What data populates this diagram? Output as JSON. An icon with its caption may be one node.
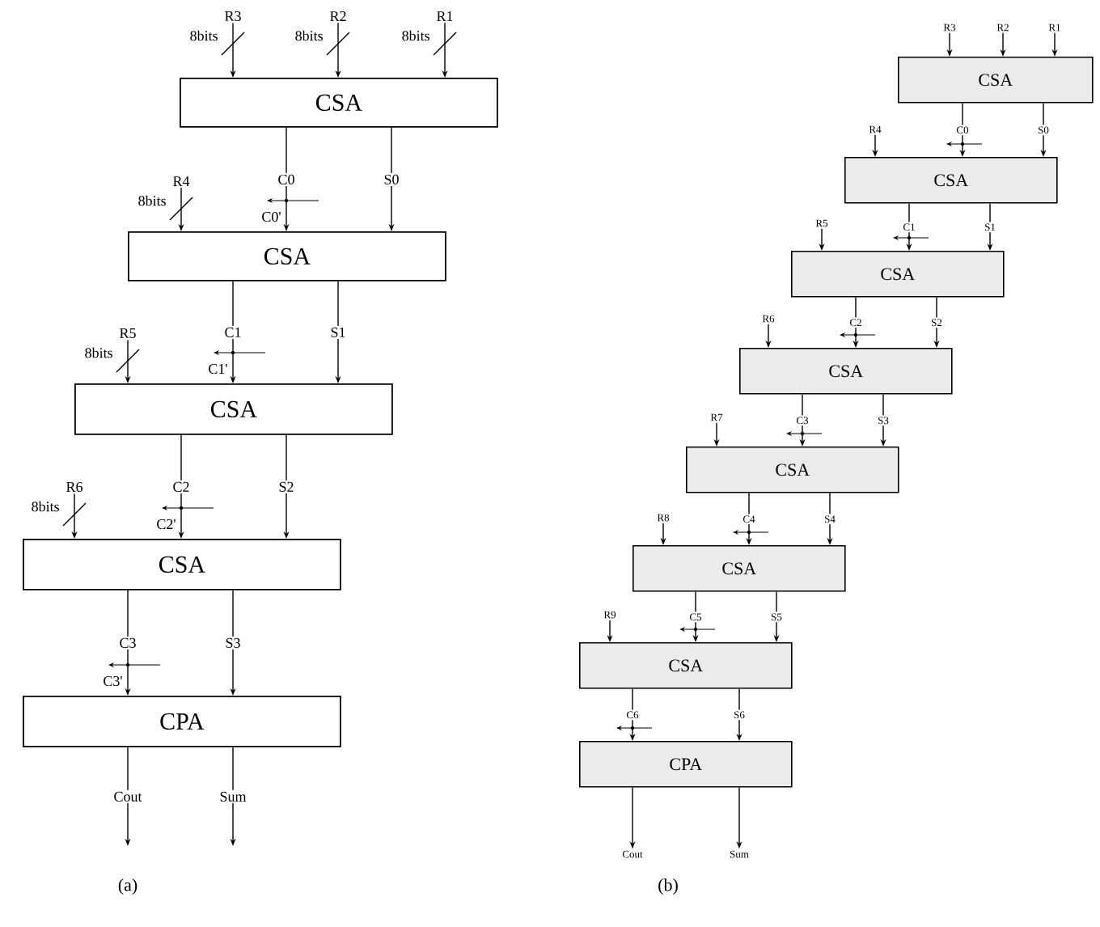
{
  "diagram": {
    "nodes": [
      {
        "text": [
          "R3"
        ],
        "beside": [
          "8bits"
        ]
      },
      {
        "text": [
          "R2"
        ],
        "beside": [
          "8bits"
        ]
      },
      {
        "text": [
          "R1"
        ],
        "beside": [
          "8bits"
        ]
      },
      {
        "text": [
          "CSA"
        ]
      },
      {
        "text": [
          "R4"
        ],
        "beside": [
          "8bits"
        ]
      },
      {
        "text": [
          "CSA"
        ]
      },
      {
        "text": [
          "R5"
        ],
        "beside": [
          "8bits"
        ]
      },
      {
        "text": [
          "CSA"
        ]
      },
      {
        "text": [
          "R6"
        ],
        "beside": [
          "8bits"
        ]
      },
      {
        "text": [
          "CSA"
        ]
      },
      {
        "text": [
          "CPA"
        ]
      },
      {
        "text": [
          "R3"
        ]
      },
      {
        "text": [
          "R2"
        ]
      },
      {
        "text": [
          "R1"
        ]
      },
      {
        "text": [
          "CSA"
        ]
      },
      {
        "text": [
          "R4"
        ]
      },
      {
        "text": [
          "CSA"
        ]
      },
      {
        "text": [
          "R5"
        ]
      },
      {
        "text": [
          "CSA"
        ]
      },
      {
        "text": [
          "R6"
        ]
      },
      {
        "text": [
          "CSA"
        ]
      },
      {
        "text": [
          "R7"
        ]
      },
      {
        "text": [
          "CSA"
        ]
      },
      {
        "text": [
          "R8"
        ]
      },
      {
        "text": [
          "CSA"
        ]
      },
      {
        "text": [
          "R9"
        ]
      },
      {
        "text": [
          "CSA"
        ]
      },
      {
        "text": [
          "CPA"
        ]
      },
      {
        "text": [
          "Cout"
        ]
      },
      {
        "text": [
          "Sum"
        ]
      }
    ],
    "edges": [
      {
        "from": 0,
        "to": 3,
        "arrow": "to"
      },
      {
        "from": 1,
        "to": 3,
        "arrow": "to"
      },
      {
        "from": 2,
        "to": 3,
        "arrow": "to"
      },
      {
        "from": 3,
        "to": 5,
        "arrow": "to",
        "label": "C0"
      },
      {
        "from": 3,
        "to": 5,
        "arrow": "to",
        "label": "S0"
      },
      {
        "from": 4,
        "to": 5,
        "arrow": "to"
      },
      {
        "from": 5,
        "to": 7,
        "arrow": "to",
        "label": "C1"
      },
      {
        "from": 5,
        "to": 7,
        "arrow": "to",
        "label": "S1"
      },
      {
        "from": 6,
        "to": 7,
        "arrow": "to"
      },
      {
        "from": 7,
        "to": 9,
        "arrow": "to",
        "label": "C2"
      },
      {
        "from": 7,
        "to": 9,
        "arrow": "to",
        "label": "S2"
      },
      {
        "from": 8,
        "to": 9,
        "arrow": "to"
      },
      {
        "from": 9,
        "to": 10,
        "arrow": "to",
        "label": "C3"
      },
      {
        "from": 9,
        "to": 10,
        "arrow": "to",
        "label": "S3"
      },
      {
        "from": 10,
        "to": null,
        "arrow": "to",
        "label": "Cout"
      },
      {
        "from": 10,
        "to": null,
        "arrow": "to",
        "label": "Sum"
      },
      {
        "from": 11,
        "to": 14,
        "arrow": "to"
      },
      {
        "from": 12,
        "to": 14,
        "arrow": "to"
      },
      {
        "from": 13,
        "to": 14,
        "arrow": "to"
      },
      {
        "from": 14,
        "to": 16,
        "arrow": "to",
        "label": "C0"
      },
      {
        "from": 14,
        "to": 16,
        "arrow": "to",
        "label": "S0"
      },
      {
        "from": 15,
        "to": 16,
        "arrow": "to"
      },
      {
        "from": 16,
        "to": 18,
        "arrow": "to",
        "label": "C1"
      },
      {
        "from": 16,
        "to": 18,
        "arrow": "to",
        "label": "S1"
      },
      {
        "from": 17,
        "to": 18,
        "arrow": "to"
      },
      {
        "from": 18,
        "to": 20,
        "arrow": "to",
        "label": "C2"
      },
      {
        "from": 18,
        "to": 20,
        "arrow": "to",
        "label": "S2"
      },
      {
        "from": 19,
        "to": 20,
        "arrow": "to"
      },
      {
        "from": 20,
        "to": 22,
        "arrow": "to",
        "label": "C3"
      },
      {
        "from": 20,
        "to": 22,
        "arrow": "to",
        "label": "S3"
      },
      {
        "from": 21,
        "to": 22,
        "arrow": "to"
      },
      {
        "from": 22,
        "to": 24,
        "arrow": "to",
        "label": "C4"
      },
      {
        "from": 22,
        "to": 24,
        "arrow": "to",
        "label": "S4"
      },
      {
        "from": 23,
        "to": 24,
        "arrow": "to"
      },
      {
        "from": 24,
        "to": 26,
        "arrow": "to",
        "label": "C5"
      },
      {
        "from": 24,
        "to": 26,
        "arrow": "to",
        "label": "S5"
      },
      {
        "from": 25,
        "to": 26,
        "arrow": "to"
      },
      {
        "from": 26,
        "to": 27,
        "arrow": "to",
        "label": "C6"
      },
      {
        "from": 26,
        "to": 27,
        "arrow": "to",
        "label": "S6"
      },
      {
        "from": 27,
        "to": 28,
        "arrow": "to"
      },
      {
        "from": 27,
        "to": 29,
        "arrow": "to"
      }
    ],
    "labels": [
      "C0'",
      "C1'",
      "C2'",
      "C3'",
      "(a)",
      "(b)"
    ]
  }
}
